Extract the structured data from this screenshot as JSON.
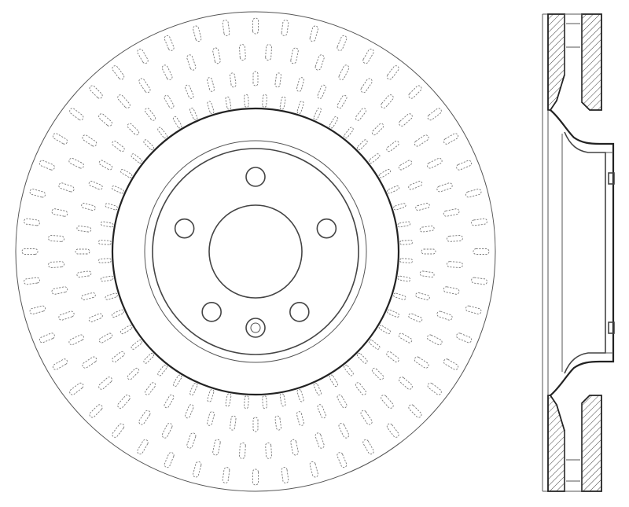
{
  "drawing": {
    "views": [
      "front",
      "section"
    ],
    "front": {
      "lug_hole_count": 5,
      "locator_hole_count": 1,
      "cooling_slot_rows": 4
    },
    "section": {
      "hatched": true
    }
  },
  "colors": {
    "line": "#444444",
    "background": "#ffffff"
  }
}
